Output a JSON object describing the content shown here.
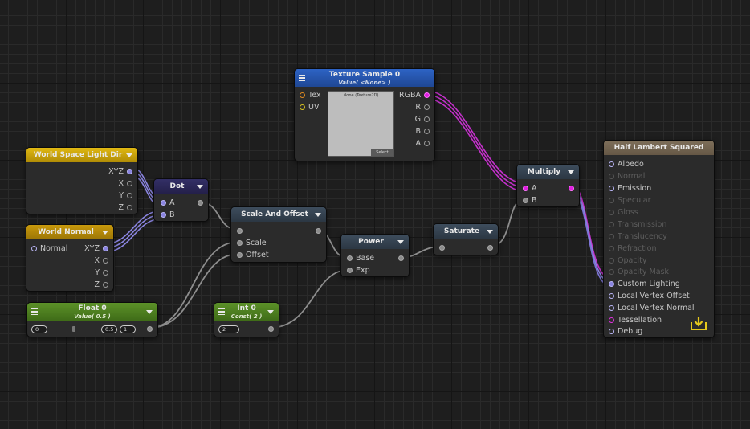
{
  "nodes": {
    "texture_sample": {
      "title": "Texture Sample 0",
      "subtitle": "Value( <None> )",
      "inputs": [
        "Tex",
        "UV"
      ],
      "outputs": [
        "RGBA",
        "R",
        "G",
        "B",
        "A"
      ],
      "preview_text": "None (Texture2D)",
      "select_label": "Select"
    },
    "world_light_dir": {
      "title": "World Space Light Dir",
      "outputs": [
        "XYZ",
        "X",
        "Y",
        "Z"
      ]
    },
    "world_normal": {
      "title": "World Normal",
      "inputs": [
        "Normal"
      ],
      "outputs": [
        "XYZ",
        "X",
        "Y",
        "Z"
      ]
    },
    "dot": {
      "title": "Dot",
      "inputs": [
        "A",
        "B"
      ]
    },
    "scale_offset": {
      "title": "Scale And Offset",
      "inputs": [
        "",
        "Scale",
        "Offset"
      ]
    },
    "power": {
      "title": "Power",
      "inputs": [
        "Base",
        "Exp"
      ]
    },
    "saturate": {
      "title": "Saturate"
    },
    "multiply": {
      "title": "Multiply",
      "inputs": [
        "A",
        "B"
      ]
    },
    "float0": {
      "title": "Float 0",
      "subtitle": "Value( 0.5 )",
      "min": "0",
      "value": "0.5",
      "max": "1"
    },
    "int0": {
      "title": "Int 0",
      "subtitle": "Const( 2 )",
      "value": "2"
    },
    "output": {
      "title": "Half Lambert Squared",
      "inputs": [
        "Albedo",
        "Normal",
        "Emission",
        "Specular",
        "Gloss",
        "Transmission",
        "Translucency",
        "Refraction",
        "Opacity",
        "Opacity Mask",
        "Custom Lighting",
        "Local Vertex Offset",
        "Local Vertex Normal",
        "Tessellation",
        "Debug"
      ]
    }
  },
  "colors": {
    "texture_header": "#2350a8",
    "world_header": "#c8a208",
    "dot_header": "#2c2858",
    "float_header": "#4e7e22",
    "op_header": "#34414f",
    "output_header": "#736451",
    "wire_gray": "#8a8a8a",
    "wire_blue": "#8a84e0",
    "wire_magenta": "#d030d8"
  }
}
